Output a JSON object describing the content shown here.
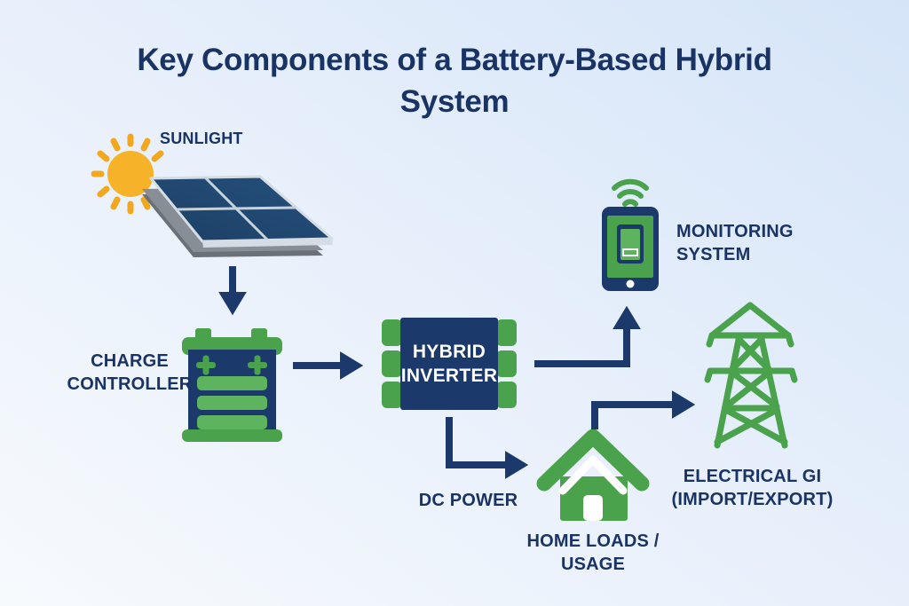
{
  "title": {
    "line1": "Key Components of a Battery-Based Hybrid",
    "line2": "System"
  },
  "nodes": {
    "sunlight": {
      "label": "SUNLIGHT",
      "icon": "sun-icon"
    },
    "solar_panel": {
      "icon": "solar-panel-icon"
    },
    "charge_controller": {
      "label_line1": "CHARGE",
      "label_line2": "CONTROLLER",
      "icon": "battery-icon"
    },
    "hybrid_inverter": {
      "label_line1": "HYBRID",
      "label_line2": "INVERTER",
      "icon": "inverter-icon"
    },
    "monitoring_system": {
      "label_line1": "MONITORING",
      "label_line2": "SYSTEM",
      "icon": "phone-with-wifi-icon"
    },
    "dc_power": {
      "label": "DC POWER"
    },
    "home_loads": {
      "label_line1": "HOME LOADS /",
      "label_line2": "USAGE",
      "icon": "house-icon"
    },
    "electrical_grid": {
      "label_line1": "ELECTRICAL GI",
      "label_line2": "(IMPORT/EXPORT)",
      "icon": "transmission-tower-icon"
    }
  },
  "flows": [
    "solar-panel-to-charge-controller",
    "charge-controller-to-inverter",
    "inverter-to-monitoring-system",
    "inverter-to-home-loads",
    "home-loads-to-electrical-grid"
  ],
  "colors": {
    "background_top": "#d5e5f8",
    "background_bottom": "#f7fafd",
    "navy": "#1b3a6b",
    "navy_text": "#1a3365",
    "green": "#4aa24d",
    "green_light": "#5db35e",
    "panel_blue": "#24507c",
    "panel_blue_dark": "#1d4066",
    "panel_frame": "#d5dce3",
    "base_gray": "#878e96",
    "base_gray_dark": "#6b7177",
    "sun_yellow": "#f6b32a",
    "sun_ray": "#f2a81e"
  }
}
